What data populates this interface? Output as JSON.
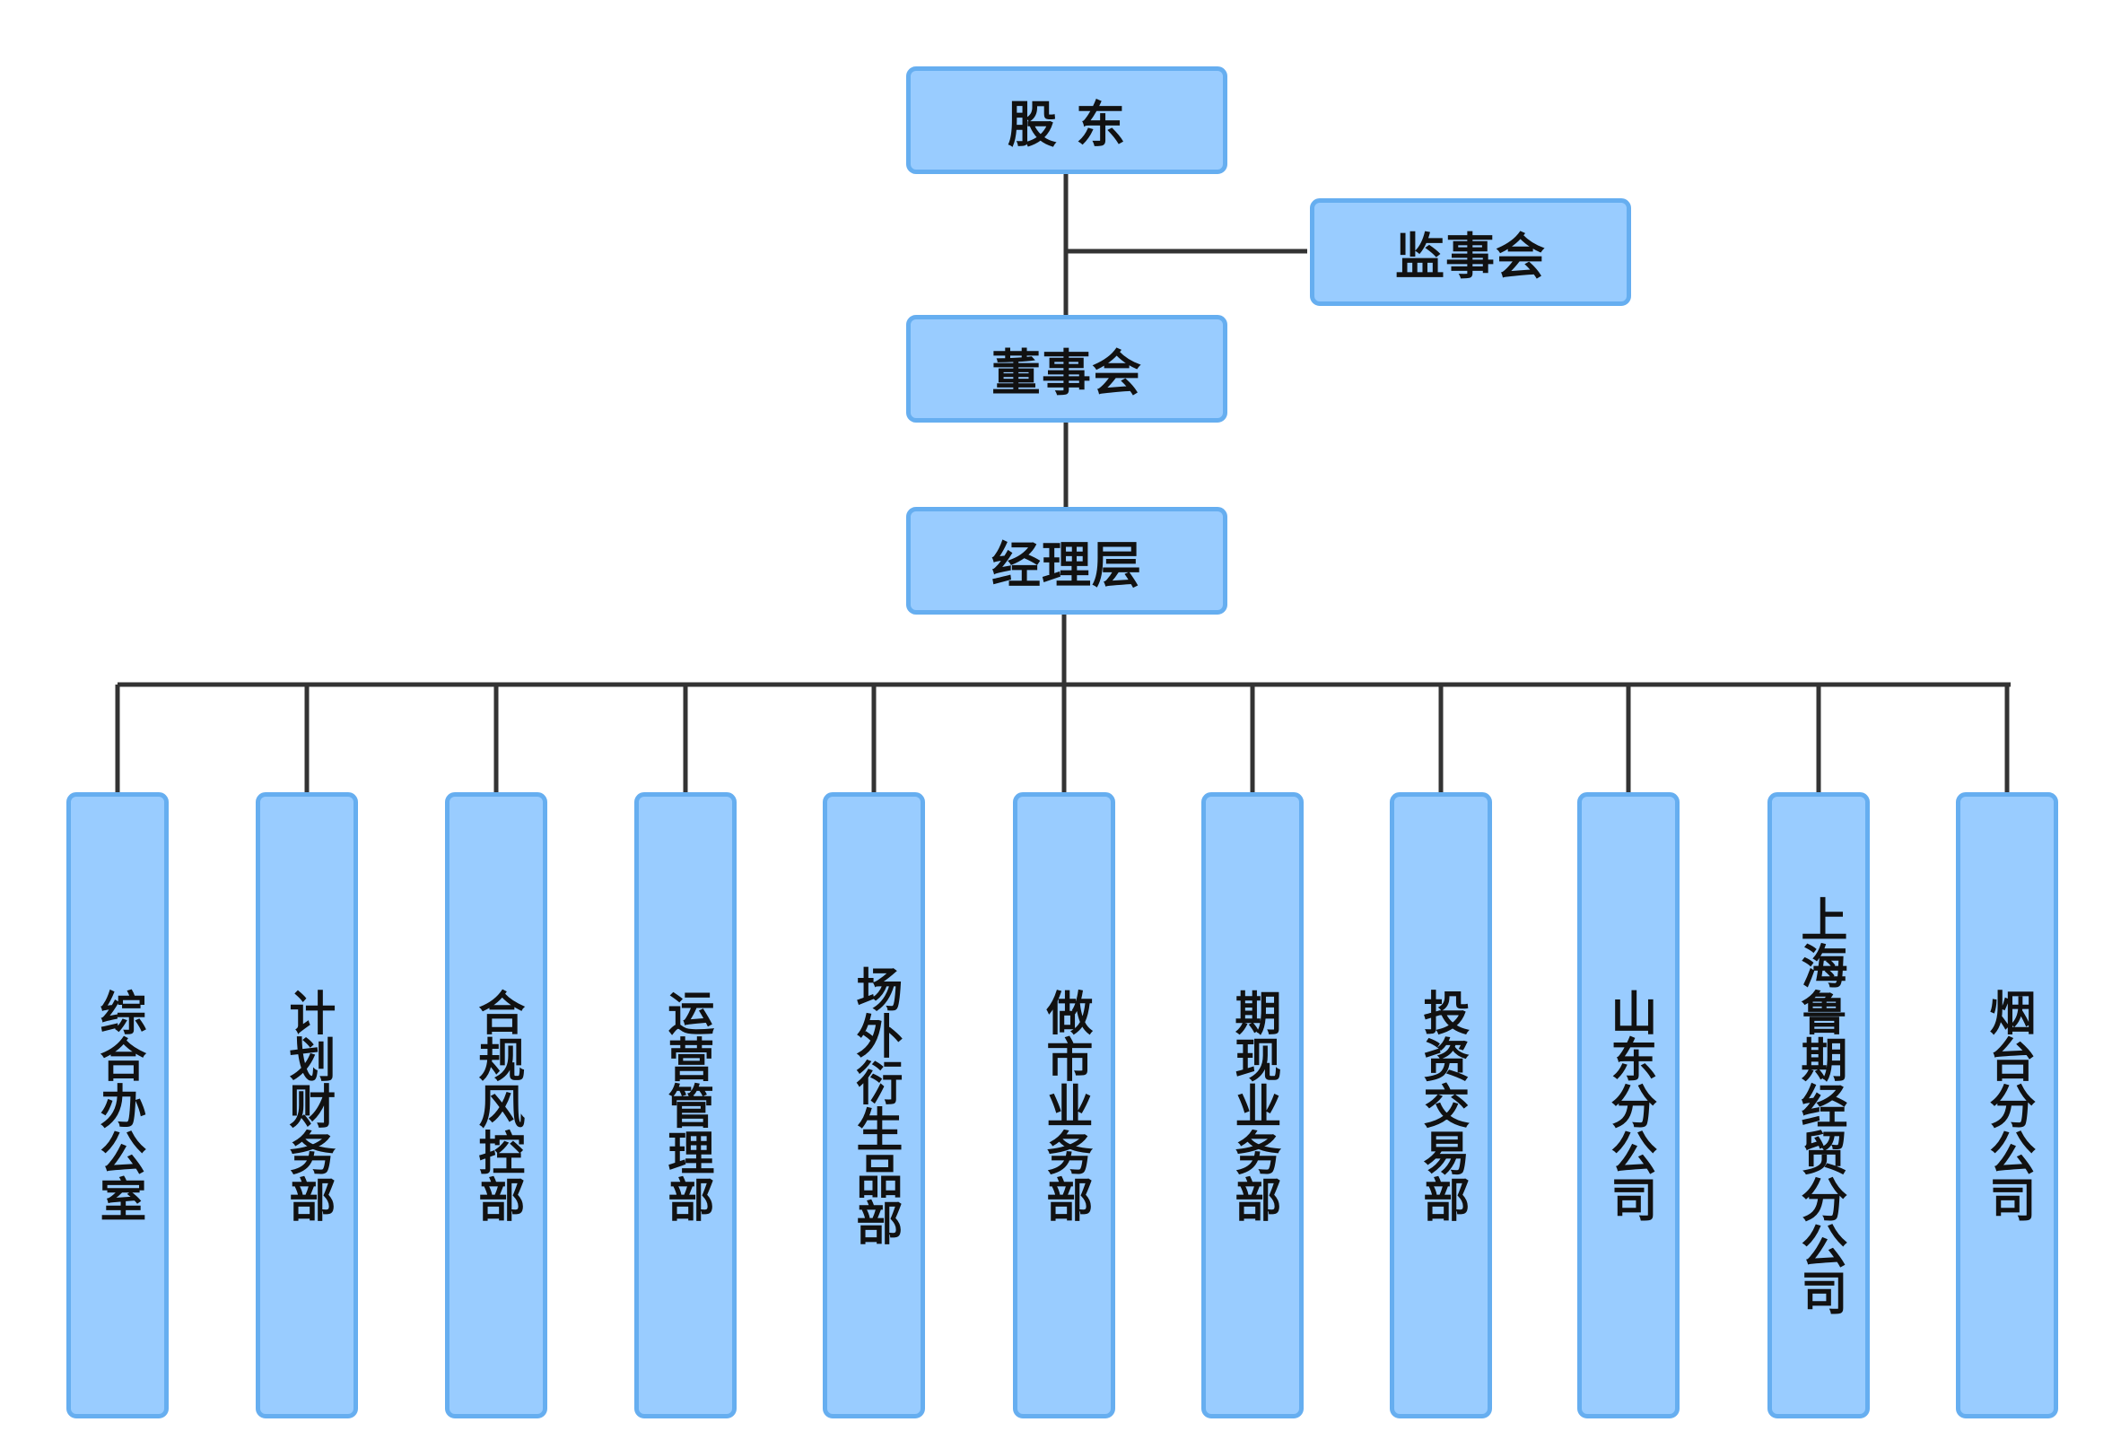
{
  "org": {
    "shareholders": "股 东",
    "supervisory_board": "监事会",
    "board_of_directors": "董事会",
    "management": "经理层",
    "departments": [
      "综合办公室",
      "计划财务部",
      "合规风控部",
      "运营管理部",
      "场外衍生品部",
      "做市业务部",
      "期现业务部",
      "投资交易部",
      "山东分公司",
      "上海鲁期经贸分公司",
      "烟台分公司"
    ]
  },
  "colors": {
    "box_fill": "#99ccff",
    "box_border": "#66aef0",
    "connector": "#333333",
    "text": "#111111"
  }
}
